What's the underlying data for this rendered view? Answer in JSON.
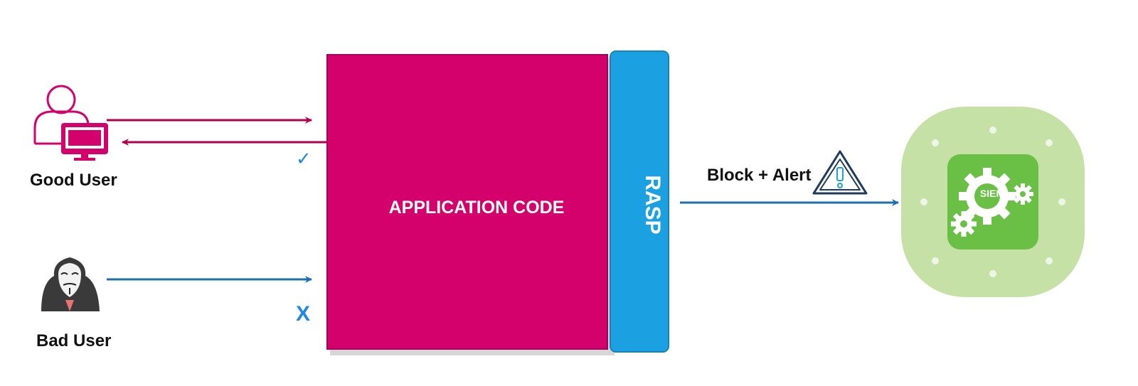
{
  "actors": {
    "good_user": {
      "label": "Good User"
    },
    "bad_user": {
      "label": "Bad User"
    }
  },
  "application": {
    "label": "APPLICATION CODE"
  },
  "rasp": {
    "label": "RASP"
  },
  "flow": {
    "alert_label": "Block + Alert",
    "allowed_mark": "✓",
    "blocked_mark": "X"
  },
  "siem": {
    "label": "SIEM"
  },
  "colors": {
    "magenta": "#d4006b",
    "arrow_magenta": "#b0004e",
    "rasp_blue": "#1ba1e2",
    "flow_blue": "#1b6fb3",
    "siem_light_green": "#c5e1a5",
    "siem_green": "#6abf45",
    "check_blue": "#1e88e5"
  }
}
